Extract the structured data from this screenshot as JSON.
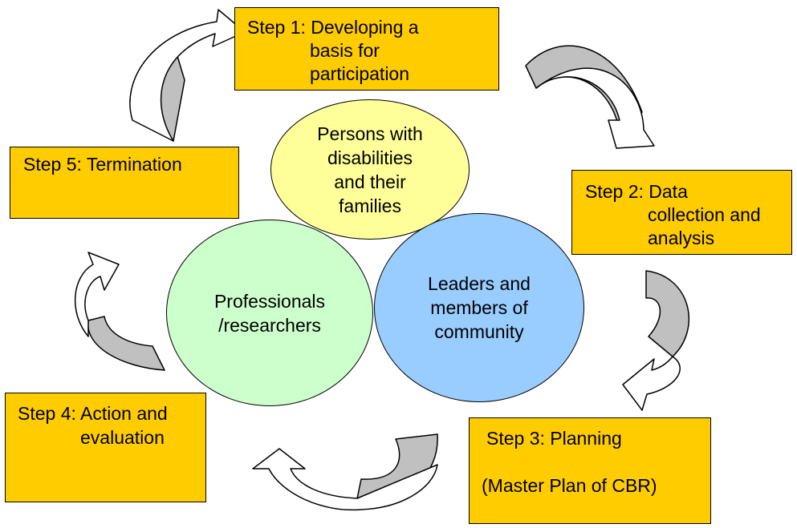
{
  "colors": {
    "box_fill": "#ffcc00",
    "circle_families": "#ffff99",
    "circle_professionals": "#ccffcc",
    "circle_community": "#99ccff",
    "arrow_shade": "#c0c0c0",
    "arrow_light": "#ffffff",
    "outline": "#000000"
  },
  "steps": {
    "step1": {
      "line1": "Step 1: Developing a",
      "line2": "basis for",
      "line3": "participation"
    },
    "step2": {
      "line1": "Step 2: Data",
      "line2": "collection and",
      "line3": "analysis"
    },
    "step3": {
      "line1": "Step 3: Planning",
      "line2": "(Master Plan of CBR)"
    },
    "step4": {
      "line1": "Step 4: Action and",
      "line2": "evaluation"
    },
    "step5": {
      "line1": "Step 5: Termination"
    }
  },
  "stakeholders": {
    "families": {
      "line1": "Persons with",
      "line2": "disabilities",
      "line3": "and their",
      "line4": "families"
    },
    "professionals": {
      "line1": "Professionals",
      "line2": "/researchers"
    },
    "community": {
      "line1": "Leaders and",
      "line2": "members of",
      "line3": "community"
    }
  },
  "arrows": [
    "step1-to-step2",
    "step2-to-step3",
    "step3-to-step4",
    "step4-to-step5",
    "step5-to-step1"
  ]
}
